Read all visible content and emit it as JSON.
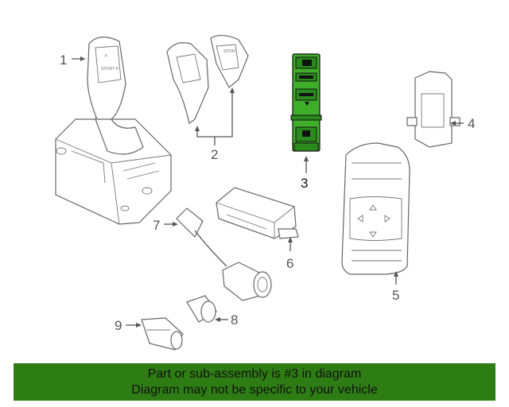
{
  "callouts": {
    "c1": "1",
    "c2": "2",
    "c3": "3",
    "c4": "4",
    "c5": "5",
    "c6": "6",
    "c7": "7",
    "c8": "8",
    "c9": "9"
  },
  "banner": {
    "line1": "Part or sub-assembly is #3 in diagram",
    "line2": "Diagram may not be specific to your vehicle"
  },
  "colors": {
    "highlight": "#3fae2a",
    "banner_bg": "#2e7d14"
  }
}
